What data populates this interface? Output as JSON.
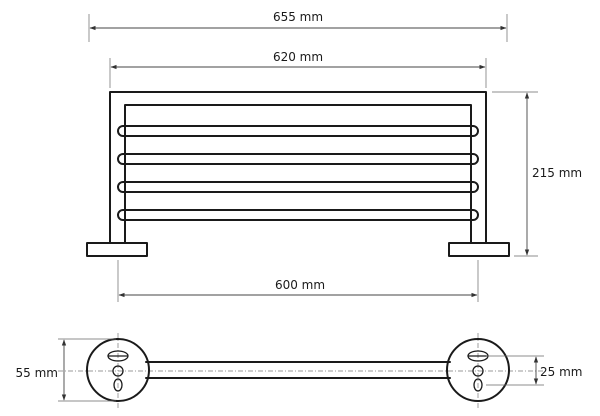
{
  "dimensions": {
    "overall_width": "655 mm",
    "rail_width": "620 mm",
    "height": "215 mm",
    "mount_spacing": "600 mm",
    "base_diameter": "55 mm",
    "bar_offset": "25 mm"
  }
}
